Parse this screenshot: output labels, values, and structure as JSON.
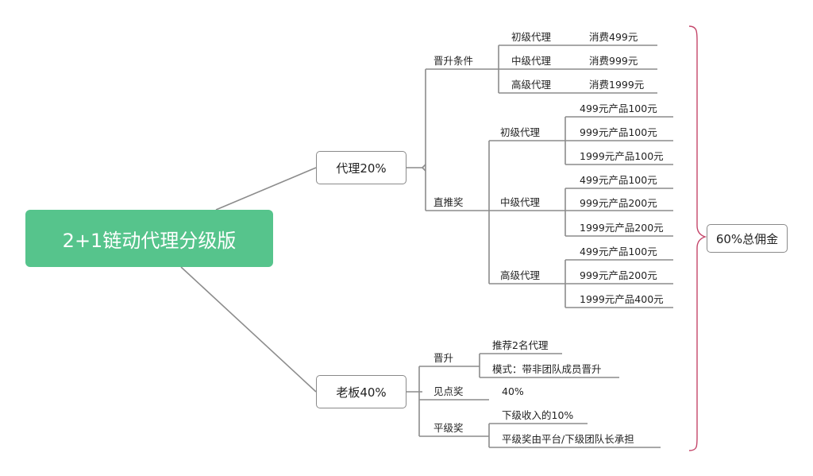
{
  "root": "2+1链动代理分级版",
  "agent": {
    "title": "代理20%",
    "promotion": {
      "label": "晋升条件",
      "levels": [
        {
          "name": "初级代理",
          "requirement": "消费499元"
        },
        {
          "name": "中级代理",
          "requirement": "消费999元"
        },
        {
          "name": "高级代理",
          "requirement": "消费1999元"
        }
      ]
    },
    "direct_bonus": {
      "label": "直推奖",
      "levels": [
        {
          "name": "初级代理",
          "items": [
            "499元产品100元",
            "999元产品100元",
            "1999元产品100元"
          ]
        },
        {
          "name": "中级代理",
          "items": [
            "499元产品100元",
            "999元产品200元",
            "1999元产品200元"
          ]
        },
        {
          "name": "高级代理",
          "items": [
            "499元产品100元",
            "999元产品200元",
            "1999元产品400元"
          ]
        }
      ]
    }
  },
  "boss": {
    "title": "老板40%",
    "promote": {
      "label": "晋升",
      "items": [
        "推荐2名代理",
        "模式：带非团队成员晋升"
      ]
    },
    "point_bonus": {
      "label": "见点奖",
      "value": "40%"
    },
    "peer_bonus": {
      "label": "平级奖",
      "items": [
        "下级收入的10%",
        "平级奖由平台/下级团队长承担"
      ]
    }
  },
  "total": "60%总佣金"
}
